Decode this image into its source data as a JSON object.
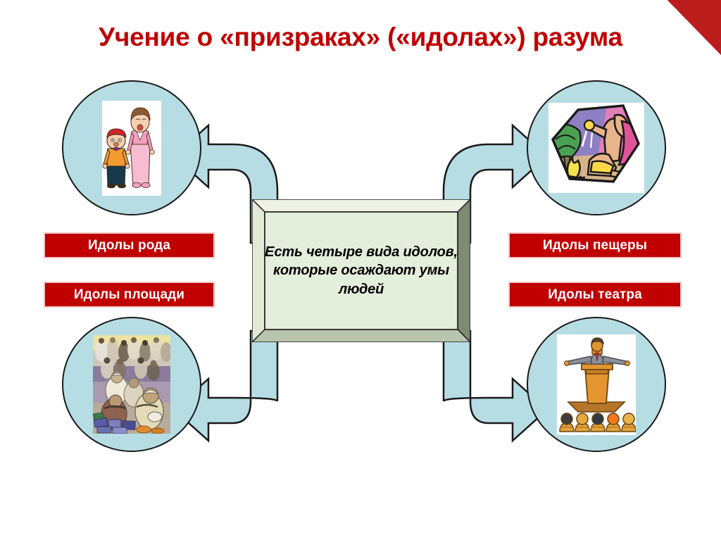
{
  "slide": {
    "title": "Учение о «призраках» («идолах») разума",
    "title_color": "#c00000",
    "background_color": "#ffffff",
    "corner_accent_color": "#bb1d1d"
  },
  "center": {
    "text": "Есть четыре вида идолов, которые осаждают умы людей",
    "fill_color": "#e4eedc",
    "frame_light_color": "#eef3e6",
    "frame_dark_color": "#7e8a72"
  },
  "labels": {
    "color": "#c00000",
    "text_color": "#ffffff",
    "top_left": "Идолы рода",
    "bottom_left": "Идолы площади",
    "top_right": "Идолы пещеры",
    "bottom_right": "Идолы театра"
  },
  "circles": {
    "fill_color": "#b6dde3",
    "outline_color": "#1a1a1a",
    "top_left_image": "family-cartoon-picture",
    "top_right_image": "cave-people-hexagon-picture",
    "bottom_left_image": "bazaar-marketplace-painting",
    "bottom_right_image": "speaker-podium-audience-picture"
  },
  "arrows": {
    "fill_color": "#b6dde3",
    "outline_color": "#1a1a1a",
    "count": 4,
    "directions": [
      "up-left",
      "up-right",
      "down-left",
      "down-right"
    ]
  }
}
